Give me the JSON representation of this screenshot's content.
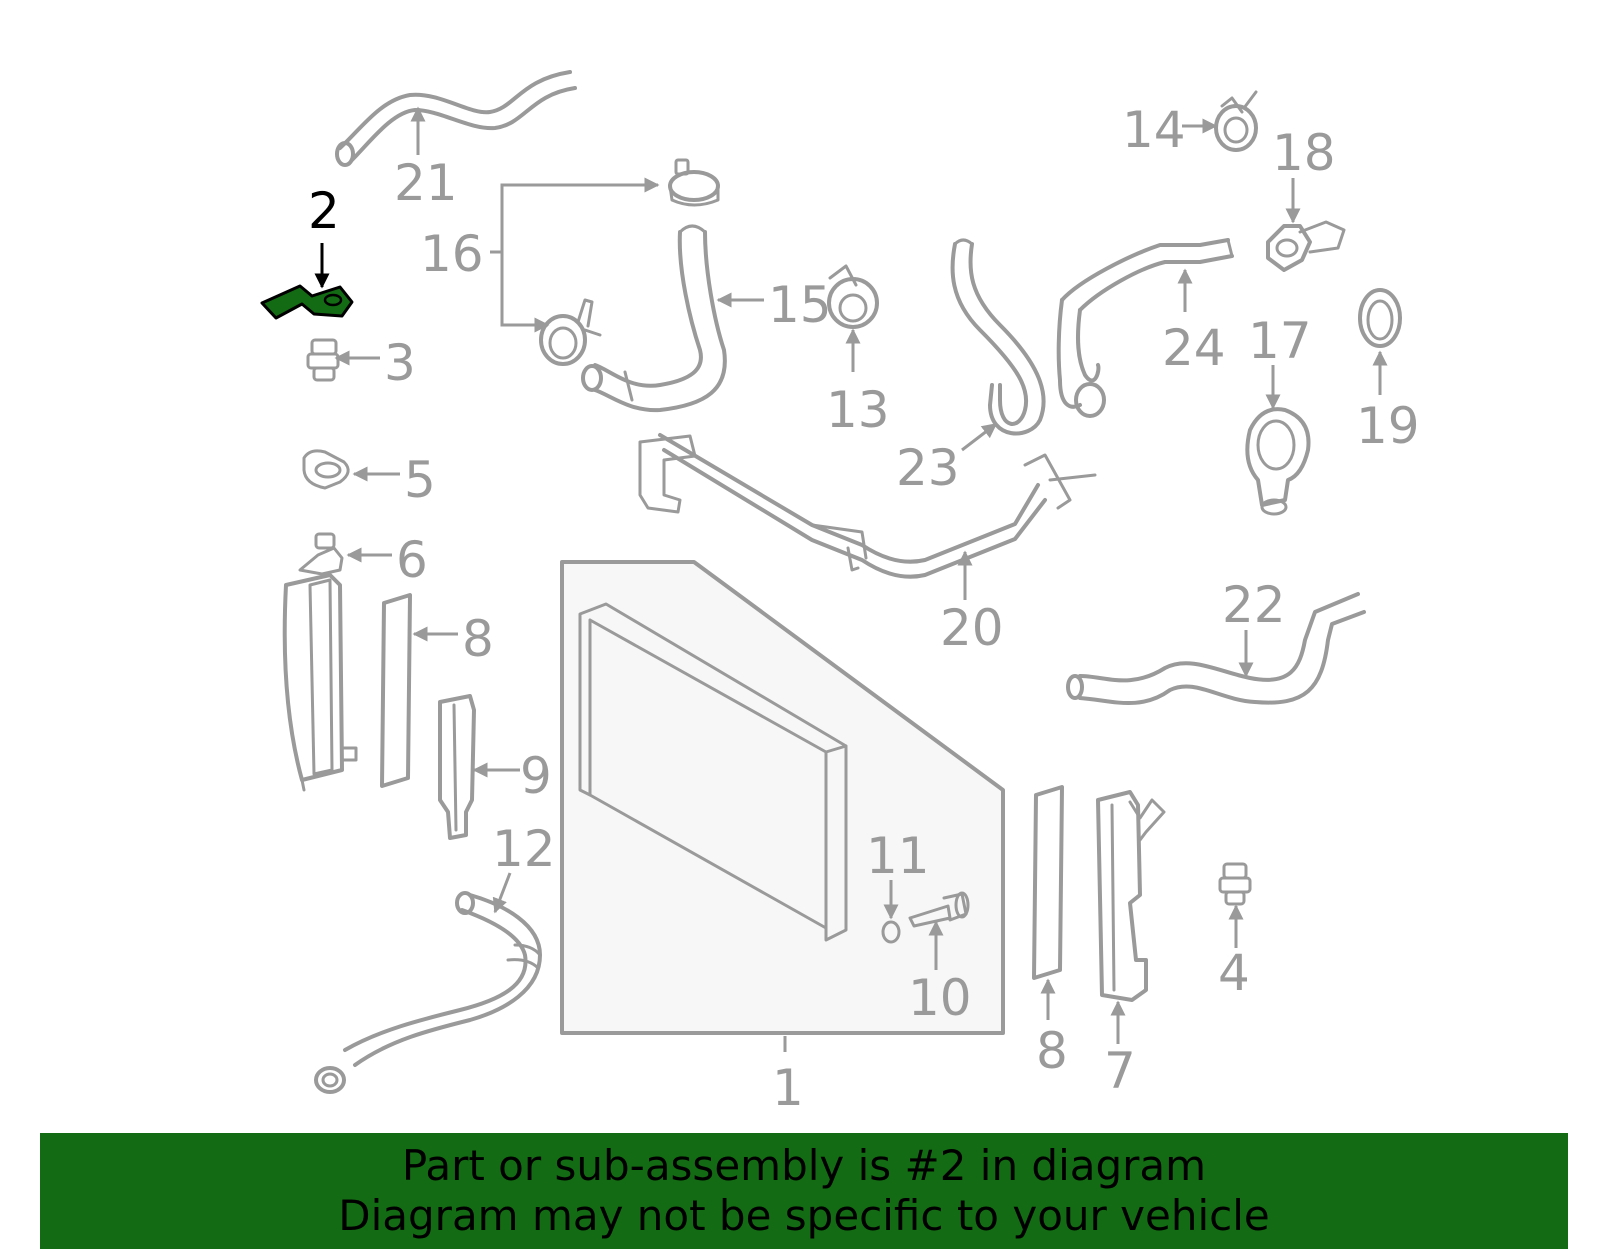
{
  "diagram": {
    "highlight_color": "#136b13",
    "part_color": "#9a9a9a",
    "highlighted_part": "2",
    "callouts": {
      "c1": "1",
      "c2": "2",
      "c3": "3",
      "c4": "4",
      "c5": "5",
      "c6": "6",
      "c7": "7",
      "c8a": "8",
      "c8b": "8",
      "c9": "9",
      "c10": "10",
      "c11": "11",
      "c12": "12",
      "c13": "13",
      "c14": "14",
      "c15": "15",
      "c16": "16",
      "c17": "17",
      "c18": "18",
      "c19": "19",
      "c20": "20",
      "c21": "21",
      "c22": "22",
      "c23": "23",
      "c24": "24"
    }
  },
  "banner": {
    "line1": "Part or sub-assembly is #2 in diagram",
    "line2": "Diagram may not be specific to your vehicle",
    "background": "#136b13"
  }
}
